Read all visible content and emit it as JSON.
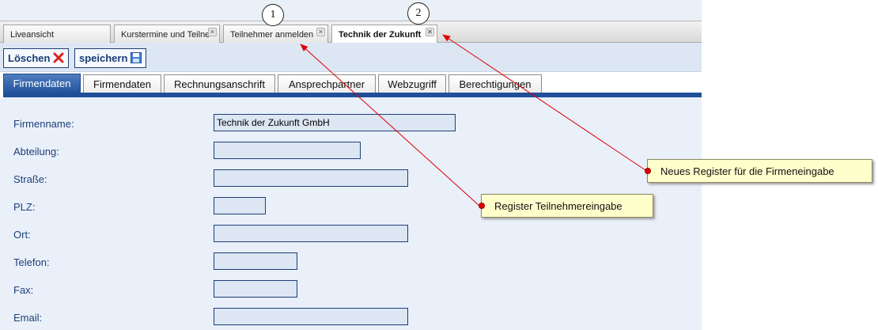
{
  "top_tabs": [
    {
      "label": "Liveansicht"
    },
    {
      "label": "Kurstermine und Teilne"
    },
    {
      "label": "Teilnehmer anmelden"
    },
    {
      "label": "Technik der Zukunft"
    }
  ],
  "toolbar": {
    "delete_label": "Löschen",
    "save_label": "speichern"
  },
  "inner_tabs": [
    {
      "label": "Firmendaten",
      "active": true
    },
    {
      "label": "Firmendaten"
    },
    {
      "label": "Rechnungsanschrift"
    },
    {
      "label": "Ansprechpartner"
    },
    {
      "label": "Webzugriff"
    },
    {
      "label": "Berechtigungen"
    }
  ],
  "form": {
    "fields": [
      {
        "label": "Firmenname:",
        "value": "Technik der Zukunft GmbH"
      },
      {
        "label": "Abteilung:",
        "value": ""
      },
      {
        "label": "Straße:",
        "value": ""
      },
      {
        "label": "PLZ:",
        "value": ""
      },
      {
        "label": "Ort:",
        "value": ""
      },
      {
        "label": "Telefon:",
        "value": ""
      },
      {
        "label": "Fax:",
        "value": ""
      },
      {
        "label": "Email:",
        "value": ""
      }
    ]
  },
  "annotations": {
    "marker_1": "1",
    "marker_2": "2",
    "callout_new_register": "Neues Register für die Firmeneingabe",
    "callout_participant": "Register Teilnehmereingabe"
  },
  "colors": {
    "accent": "#1f4f99",
    "callout_bg": "#ffffcc",
    "arrow": "#e00000"
  }
}
